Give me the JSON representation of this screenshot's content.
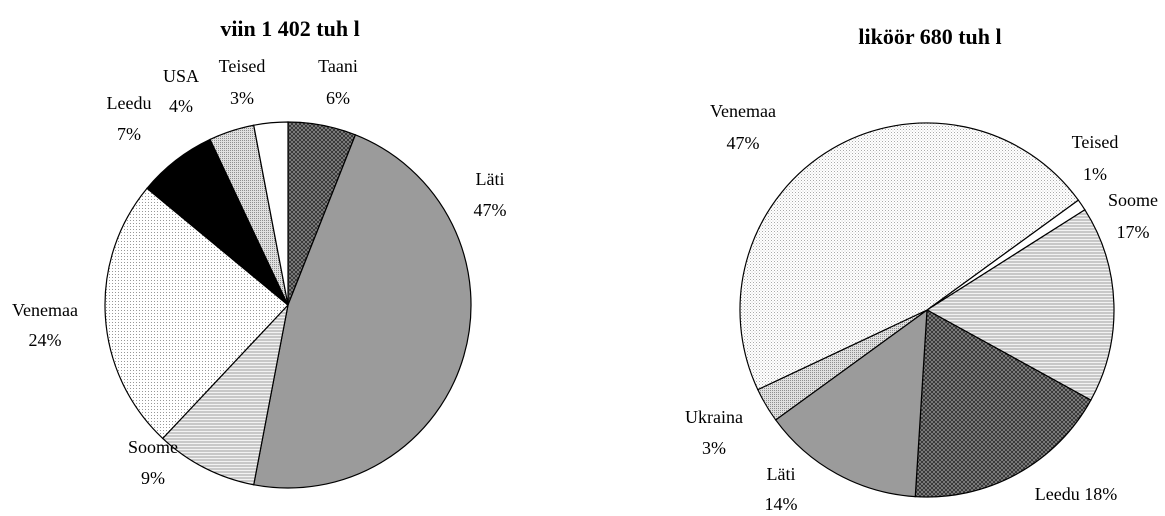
{
  "chart_data": [
    {
      "type": "pie",
      "title": "viin 1 402 tuh l",
      "slices": [
        {
          "name": "Taani",
          "value": 6,
          "label": "6%",
          "pattern": "crosshatch"
        },
        {
          "name": "Läti",
          "value": 47,
          "label": "47%",
          "pattern": "solid-gray"
        },
        {
          "name": "Soome",
          "value": 9,
          "label": "9%",
          "pattern": "hlines"
        },
        {
          "name": "Venemaa",
          "value": 24,
          "label": "24%",
          "pattern": "dots"
        },
        {
          "name": "Leedu",
          "value": 7,
          "label": "7%",
          "pattern": "solid-black"
        },
        {
          "name": "USA",
          "value": 4,
          "label": "4%",
          "pattern": "dots-dense"
        },
        {
          "name": "Teised",
          "value": 3,
          "label": "3%",
          "pattern": "white"
        }
      ]
    },
    {
      "type": "pie",
      "title": "liköör  680 tuh l",
      "slices": [
        {
          "name": "Teised",
          "value": 1,
          "label": "1%",
          "pattern": "white"
        },
        {
          "name": "Soome",
          "value": 17,
          "label": "17%",
          "pattern": "hlines"
        },
        {
          "name": "Leedu",
          "value": 18,
          "label": "Leedu 18%",
          "pattern": "crosshatch"
        },
        {
          "name": "Läti",
          "value": 14,
          "label": "14%",
          "pattern": "solid-gray"
        },
        {
          "name": "Ukraina",
          "value": 3,
          "label": "3%",
          "pattern": "dots-dense"
        },
        {
          "name": "Venemaa",
          "value": 47,
          "label": "47%",
          "pattern": "dots-light"
        }
      ]
    }
  ],
  "colors": {
    "gray": "#9b9b9b",
    "black": "#000000",
    "white": "#ffffff"
  }
}
